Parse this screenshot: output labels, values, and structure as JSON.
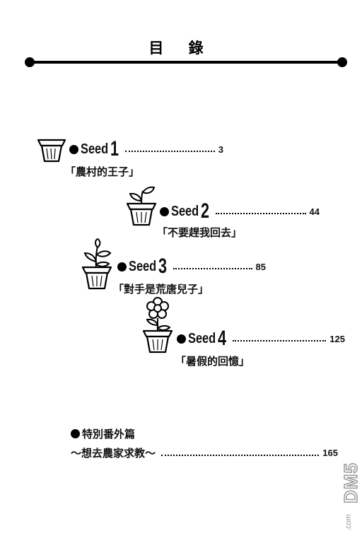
{
  "title": "目 錄",
  "entries": [
    {
      "seed_word": "Seed",
      "number": "1",
      "subtitle": "「農村的王子」",
      "page": "3"
    },
    {
      "seed_word": "Seed",
      "number": "2",
      "subtitle": "「不要趕我回去」",
      "page": "44"
    },
    {
      "seed_word": "Seed",
      "number": "3",
      "subtitle": "「對手是荒唐兒子」",
      "page": "85"
    },
    {
      "seed_word": "Seed",
      "number": "4",
      "subtitle": "「暑假的回憶」",
      "page": "125"
    }
  ],
  "extra": {
    "heading": "特別番外篇",
    "subtitle": "～想去農家求教～",
    "page": "165"
  },
  "watermark": {
    "text": "DM5",
    "domain": ".com"
  }
}
